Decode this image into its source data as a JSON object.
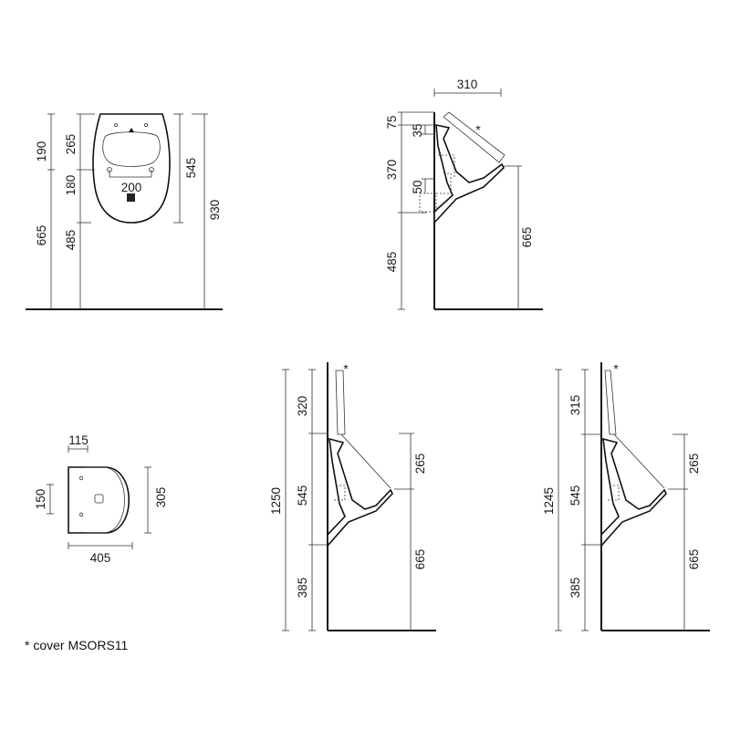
{
  "front_view": {
    "dim_190": "190",
    "dim_665": "665",
    "dim_265": "265",
    "dim_180": "180",
    "dim_485": "485",
    "dim_200": "200",
    "dim_545": "545",
    "dim_930": "930"
  },
  "side_view_top": {
    "dim_310": "310",
    "dim_75": "75",
    "dim_35": "35",
    "dim_370": "370",
    "dim_50": "50",
    "dim_485": "485",
    "dim_665": "665",
    "asterisk": "*"
  },
  "top_view": {
    "dim_115": "115",
    "dim_150": "150",
    "dim_305": "305",
    "dim_405": "405"
  },
  "side_view_left": {
    "dim_1250": "1250",
    "dim_320": "320",
    "dim_545": "545",
    "dim_385": "385",
    "dim_265": "265",
    "dim_665": "665",
    "asterisk": "*"
  },
  "side_view_right": {
    "dim_1245": "1245",
    "dim_315": "315",
    "dim_545": "545",
    "dim_385": "385",
    "dim_265": "265",
    "dim_665": "665",
    "asterisk": "*"
  },
  "footnote": "* cover MSORS11"
}
